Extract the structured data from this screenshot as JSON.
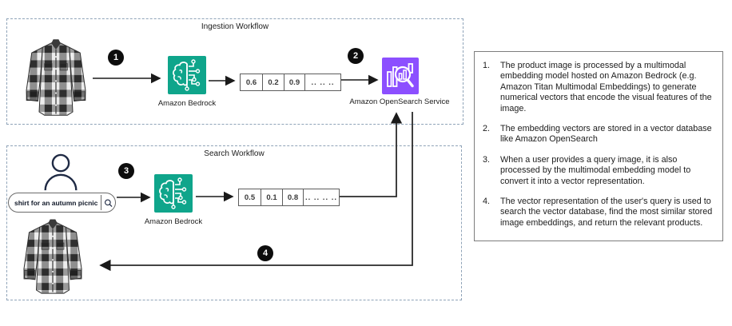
{
  "ingestion": {
    "title": "Ingestion Workflow",
    "step1": "1",
    "step2": "2",
    "bedrock_label": "Amazon Bedrock",
    "opensearch_label": "Amazon OpenSearch Service",
    "vector": {
      "cells": [
        "0.6",
        "0.2",
        "0.9",
        ".. .. .."
      ]
    }
  },
  "search": {
    "title": "Search Workflow",
    "step3": "3",
    "step4": "4",
    "query": "shirt for an autumn picnic",
    "bedrock_label": "Amazon Bedrock",
    "vector": {
      "cells": [
        "0.5",
        "0.1",
        "0.8",
        ".. .. .. .."
      ]
    }
  },
  "panel": {
    "items": [
      {
        "num": "1.",
        "text": "The product image is processed by a multimodal embedding model hosted on Amazon Bedrock (e.g. Amazon Titan Multimodal Embeddings)  to generate numerical vectors that encode the visual features of the image."
      },
      {
        "num": "2.",
        "text": "The embedding vectors are stored in a vector database like Amazon OpenSearch"
      },
      {
        "num": "3.",
        "text": "When a user provides a query image, it is also processed by the multimodal embedding model to convert it into a vector representation."
      },
      {
        "num": "4.",
        "text": "The vector representation of the user's query is used to search the vector database, find the most similar stored image embeddings, and return the relevant products."
      }
    ]
  },
  "icons": {
    "bedrock": "brain-circuit-icon",
    "opensearch": "bar-chart-magnifier-icon",
    "user": "person-outline-icon",
    "search": "magnifier-icon",
    "product_image": "plaid-shirt-image"
  },
  "colors": {
    "bedrock_teal": "#0fa58b",
    "opensearch_purple": "#8c4fff",
    "person_navy": "#1f2a44",
    "dashed_border": "#8fa3b8",
    "arrow_black": "#1a1a1a"
  }
}
